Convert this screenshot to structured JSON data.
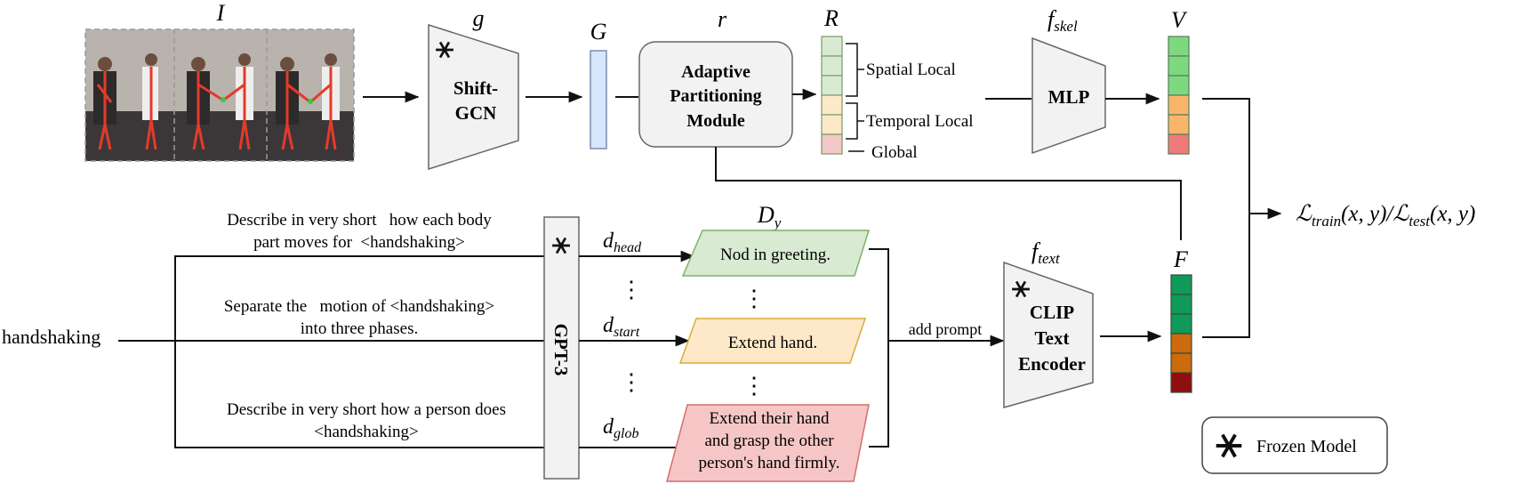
{
  "image_block": {
    "label": "I"
  },
  "encoder_g": {
    "label": "g",
    "lines": [
      "Shift-",
      "GCN"
    ]
  },
  "feature_G": {
    "label": "G"
  },
  "partition": {
    "label": "r",
    "lines": [
      "Adaptive",
      "Partitioning",
      "Module"
    ]
  },
  "stack_R": {
    "label": "R",
    "annotations": [
      "Spatial Local",
      "Temporal Local",
      "Global"
    ],
    "colors": [
      "#d9ead3",
      "#d9ead3",
      "#d9ead3",
      "#fde9c7",
      "#fde9c7",
      "#f4c7c7"
    ]
  },
  "mlp": {
    "label": "f",
    "sub": "skel",
    "text": "MLP"
  },
  "stack_V": {
    "label": "V",
    "colors": [
      "#7ed97e",
      "#7ed97e",
      "#7ed97e",
      "#f9b66b",
      "#f9b66b",
      "#f07a7a"
    ]
  },
  "prompts": {
    "body_part": [
      "Describe in very short   how each body",
      "part moves for  <handshaking>"
    ],
    "phases": [
      "Separate the   motion of <handshaking>",
      "into three phases."
    ],
    "global": [
      "Describe in very short how a person does",
      "<handshaking>"
    ]
  },
  "action_label": "handshaking",
  "gpt": {
    "text": "GPT-3"
  },
  "descriptions": {
    "label": "D",
    "sub": "y",
    "head": {
      "d": "d",
      "sub": "head",
      "text": [
        "Nod in greeting."
      ]
    },
    "start": {
      "d": "d",
      "sub": "start",
      "text": [
        "Extend hand."
      ]
    },
    "glob": {
      "d": "d",
      "sub": "glob",
      "text": [
        "Extend their hand",
        "and grasp the other",
        "person's hand firmly."
      ]
    },
    "dots": "⋮"
  },
  "add_prompt": "add prompt",
  "text_encoder": {
    "label": "f",
    "sub": "text",
    "lines": [
      "CLIP",
      "Text",
      "Encoder"
    ]
  },
  "stack_F": {
    "label": "F",
    "colors": [
      "#0f9a5a",
      "#0f9a5a",
      "#0f9a5a",
      "#cc6a0e",
      "#cc6a0e",
      "#8f0e0e"
    ]
  },
  "loss": {
    "L": "ℒ",
    "train_sub": "train",
    "args": "(x, y)",
    "slash": "/",
    "test_sub": "test"
  },
  "legend": {
    "text": "Frozen Model"
  }
}
